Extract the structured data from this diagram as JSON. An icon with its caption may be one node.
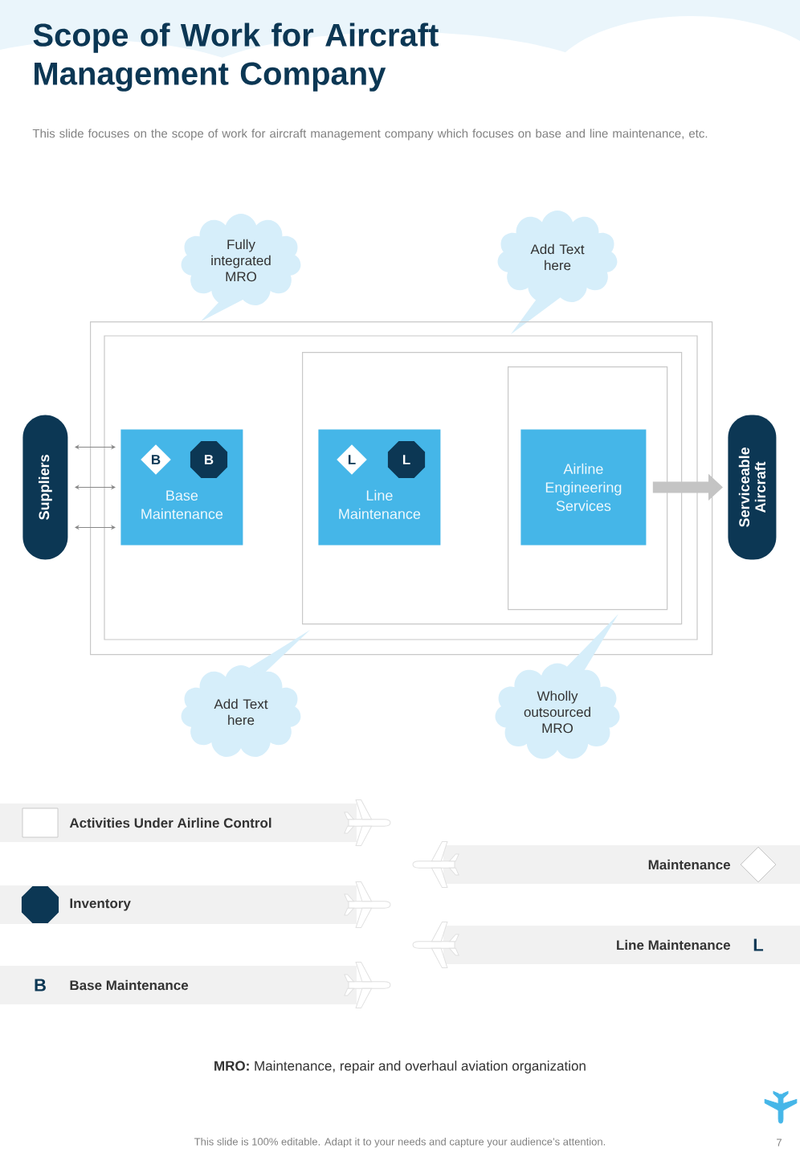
{
  "diagram": {
    "title": "Scope of Work for Aircraft Management Company",
    "nodes": [
      {
        "text": [
          "Fully integrated MRO"
        ]
      },
      {
        "text": [
          "Add Text here"
        ]
      },
      {
        "text": [
          "Suppliers"
        ]
      },
      {
        "text": [],
        "shape": "box"
      },
      {
        "text": [
          "Base Maintenance"
        ],
        "in": 3
      },
      {
        "text": [
          "B"
        ],
        "in": 4
      },
      {
        "text": [
          "B"
        ],
        "in": 4
      },
      {
        "text": [],
        "shape": "box",
        "in": 3
      },
      {
        "text": [
          "Line Maintenance"
        ],
        "in": 7
      },
      {
        "text": [
          "L"
        ],
        "in": 8
      },
      {
        "text": [
          "L"
        ],
        "in": 8
      },
      {
        "text": [],
        "shape": "box",
        "in": 7
      },
      {
        "text": [
          "Airline Engineering Services"
        ],
        "in": 11
      },
      {
        "text": [
          "Serviceable Aircraft"
        ]
      },
      {
        "text": [
          "Add Text here"
        ]
      },
      {
        "text": [
          "Wholly outsourced MRO"
        ]
      }
    ],
    "edges": [
      {
        "from": 2,
        "to": 4,
        "arrow": "both"
      },
      {
        "from": 2,
        "to": 4,
        "arrow": "both"
      },
      {
        "from": 2,
        "to": 4,
        "arrow": "both"
      },
      {
        "from": 12,
        "to": 13,
        "arrow": "to",
        "style": "thick",
        "color": "#c4c4c4"
      }
    ],
    "labels": [
      "This slide focuses on the scope of work for aircraft management company which focuses on base and line maintenance, etc.",
      "L",
      "B",
      "**MRO:** Maintenance, repair and overhaul aviation organization",
      "This slide is 100% editable. Adapt it to your needs and capture your audience’s attention.",
      "7"
    ],
    "legend": [
      {
        "text": "Activities Under Airline Control"
      },
      {
        "text": "Maintenance"
      },
      {
        "text": "Inventory"
      },
      {
        "text": "Line Maintenance"
      },
      {
        "text": "Base Maintenance"
      }
    ]
  }
}
